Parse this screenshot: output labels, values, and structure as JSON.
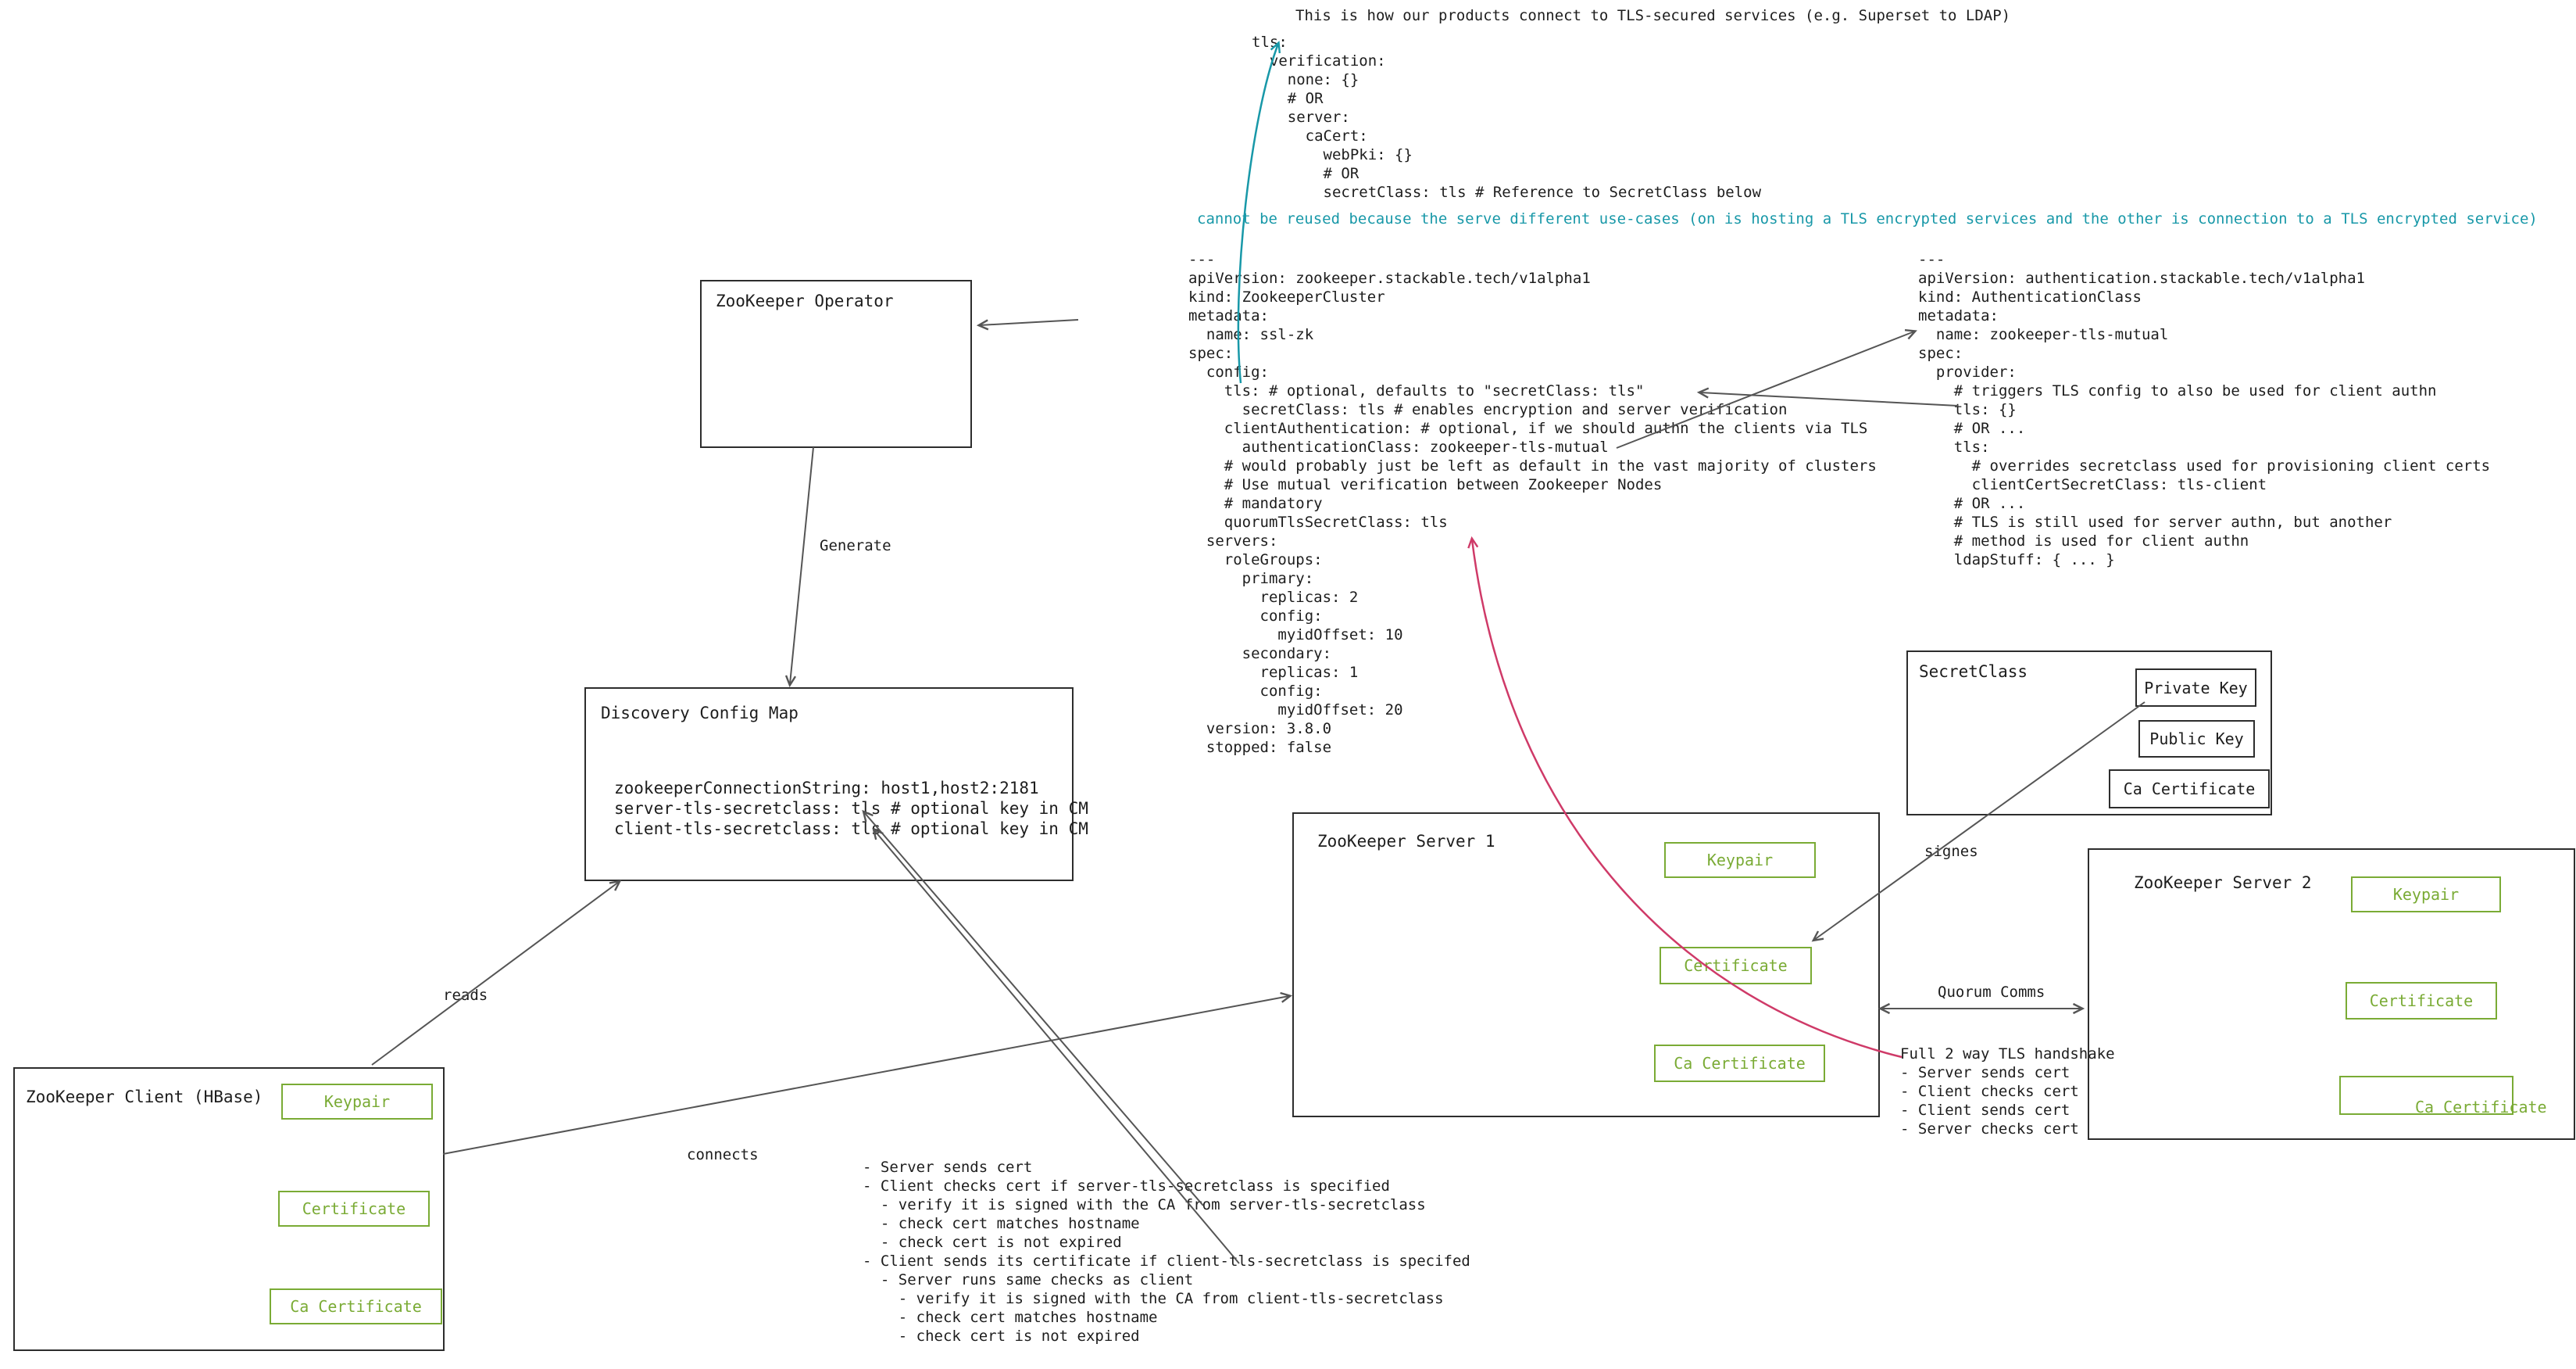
{
  "title": "This is how our products connect to TLS-secured services (e.g. Superset to LDAP)",
  "top_yaml": "tls:\n  verification:\n    none: {}\n    # OR\n    server:\n      caCert:\n        webPki: {}\n        # OR\n        secretClass: tls # Reference to SecretClass below",
  "reuse_note": "cannot be reused because the serve different use-cases (on is hosting a TLS encrypted services and the other is connection to a TLS encrypted service)",
  "cluster_yaml": "---\napiVersion: zookeeper.stackable.tech/v1alpha1\nkind: ZookeeperCluster\nmetadata:\n  name: ssl-zk\nspec:\n  config:\n    tls: # optional, defaults to \"secretClass: tls\"\n      secretClass: tls # enables encryption and server verification\n    clientAuthentication: # optional, if we should authn the clients via TLS\n      authenticationClass: zookeeper-tls-mutual\n    # would probably just be left as default in the vast majority of clusters\n    # Use mutual verification between Zookeeper Nodes\n    # mandatory\n    quorumTlsSecretClass: tls\n  servers:\n    roleGroups:\n      primary:\n        replicas: 2\n        config:\n          myidOffset: 10\n      secondary:\n        replicas: 1\n        config:\n          myidOffset: 20\n  version: 3.8.0\n  stopped: false",
  "auth_yaml": "---\napiVersion: authentication.stackable.tech/v1alpha1\nkind: AuthenticationClass\nmetadata:\n  name: zookeeper-tls-mutual\nspec:\n  provider:\n    # triggers TLS config to also be used for client authn\n    tls: {}\n    # OR ...\n    tls:\n      # overrides secretclass used for provisioning client certs\n      clientCertSecretClass: tls-client\n    # OR ...\n    # TLS is still used for server authn, but another\n    # method is used for client authn\n    ldapStuff: { ... }",
  "boxes": {
    "operator": {
      "label": "ZooKeeper Operator"
    },
    "discovery": {
      "label": "Discovery Config Map",
      "content": "zookeeperConnectionString: host1,host2:2181\nserver-tls-secretclass: tls # optional key in CM\nclient-tls-secretclass: tls # optional key in CM"
    },
    "client": {
      "label": "ZooKeeper Client (HBase)",
      "chips": [
        "Keypair",
        "Certificate",
        "Ca Certificate"
      ]
    },
    "server1": {
      "label": "ZooKeeper Server 1",
      "chips": [
        "Keypair",
        "Certificate",
        "Ca Certificate"
      ]
    },
    "server2": {
      "label": "ZooKeeper Server 2",
      "chips": [
        "Keypair",
        "Certificate",
        "Ca Certificate"
      ]
    },
    "secretclass": {
      "label": "SecretClass",
      "chips": [
        "Private Key",
        "Public Key",
        "Ca Certificate"
      ]
    }
  },
  "edge_labels": {
    "generate": "Generate",
    "reads": "reads",
    "connects": "connects",
    "signes": "signes",
    "quorum": "Quorum Comms"
  },
  "handshake_note": "Full 2 way TLS handshake\n- Server sends cert\n- Client checks cert\n- Client sends cert\n- Server checks cert",
  "checks_note": "- Server sends cert\n- Client checks cert if server-tls-secretclass is specified\n  - verify it is signed with the CA from server-tls-secretclass\n  - check cert matches hostname\n  - check cert is not expired\n- Client sends its certificate if client-tls-secretclass is specifed\n  - Server runs same checks as client\n    - verify it is signed with the CA from client-tls-secretclass\n    - check cert matches hostname\n    - check cert is not expired",
  "colors": {
    "teal": "#1898a8",
    "crimson": "#cf3a68",
    "green": "#7aab35",
    "arrow_gray": "#555555",
    "ink": "#1d1d1d"
  }
}
